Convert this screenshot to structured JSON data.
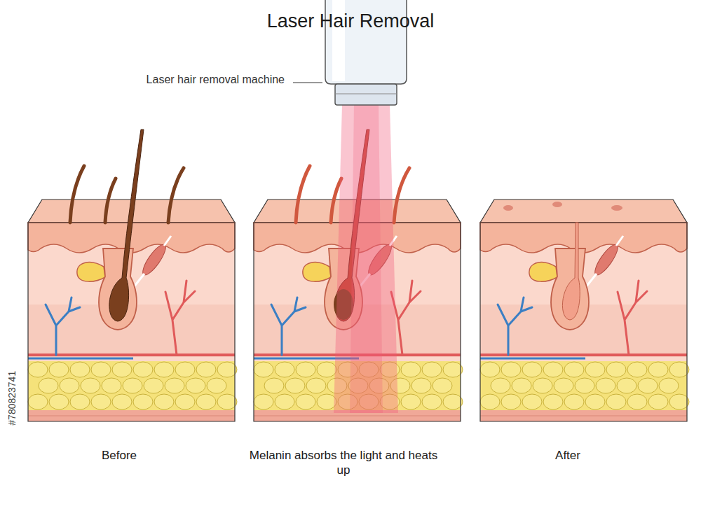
{
  "diagram": {
    "title": "Laser Hair Removal",
    "labels": [
      "Laser hair removal machine",
      "Before",
      "Melanin absorbs the light and heats up",
      "After",
      "#780823741"
    ]
  }
}
